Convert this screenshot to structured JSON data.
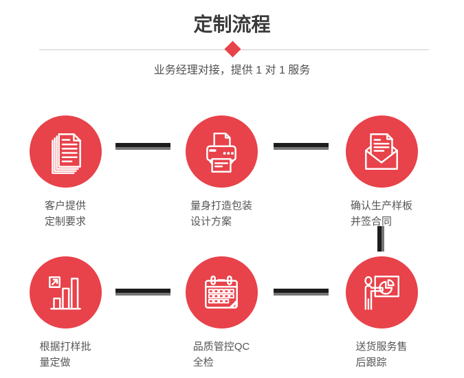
{
  "header": {
    "title": "定制流程",
    "subtitle": "业务经理对接，提供 1 对 1 服务"
  },
  "colors": {
    "accent_red": "#e8424a",
    "title_text": "#3b3b3b",
    "body_text": "#555555",
    "divider_gray": "#cccccc",
    "connector_dark": "#1c1c1c",
    "connector_gray": "#757575"
  },
  "steps": [
    {
      "icon": "documents-icon",
      "line1": "客户提供",
      "line2": "定制要求"
    },
    {
      "icon": "printer-icon",
      "line1": "量身打造包装",
      "line2": "设计方案"
    },
    {
      "icon": "envelope-letter-icon",
      "line1": "确认生产样板",
      "line2": "并签合同"
    },
    {
      "icon": "growth-chart-icon",
      "line1": "根据打样批",
      "line2": "量定做"
    },
    {
      "icon": "calendar-icon",
      "line1": "品质管控QC",
      "line2": "全检"
    },
    {
      "icon": "presentation-icon",
      "line1": "送货服务售",
      "line2": "后跟踪"
    }
  ]
}
